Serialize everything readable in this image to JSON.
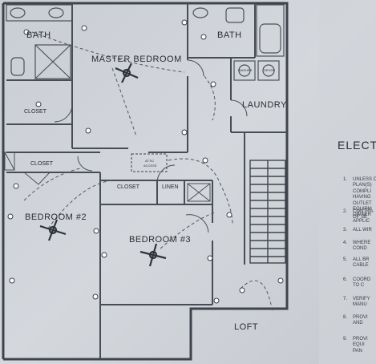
{
  "rooms": {
    "bath_left": "BATH",
    "master_bedroom": "MASTER BEDROOM",
    "bath_right": "BATH",
    "closet_upper": "CLOSET",
    "laundry": "LAUNDRY",
    "closet_left": "CLOSET",
    "closet_mid": "CLOSET",
    "linen": "LINEN",
    "bedroom_2": "BEDROOM #2",
    "bedroom_3": "BEDROOM #3",
    "loft": "LOFT",
    "washer": "WASHER",
    "dryer": "DRYER",
    "attic_access": "ATTIC",
    "attic_size": "ACCESS"
  },
  "notes": {
    "title": "ELECTR",
    "items": [
      {
        "num": "1.",
        "lines": [
          "UNLESS C",
          "PLAN(S)",
          "COMPLI",
          "HAVING",
          "OUTLET",
          "EQUIPM",
          "OWNER",
          "APPLIC"
        ]
      },
      {
        "num": "2.",
        "lines": [
          "CONTRA",
          "OF SE"
        ]
      },
      {
        "num": "3.",
        "lines": [
          "ALL WIR"
        ]
      },
      {
        "num": "4.",
        "lines": [
          "WHERE",
          "COND"
        ]
      },
      {
        "num": "5.",
        "lines": [
          "ALL BR",
          "CABLE"
        ]
      },
      {
        "num": "6.",
        "lines": [
          "COORD",
          "TO C"
        ]
      },
      {
        "num": "7.",
        "lines": [
          "VERIFY",
          "MANU"
        ]
      },
      {
        "num": "8.",
        "lines": [
          "PROVI",
          "AND"
        ]
      },
      {
        "num": "9.",
        "lines": [
          "PROVI",
          "EQUI",
          "PAN"
        ]
      }
    ]
  }
}
